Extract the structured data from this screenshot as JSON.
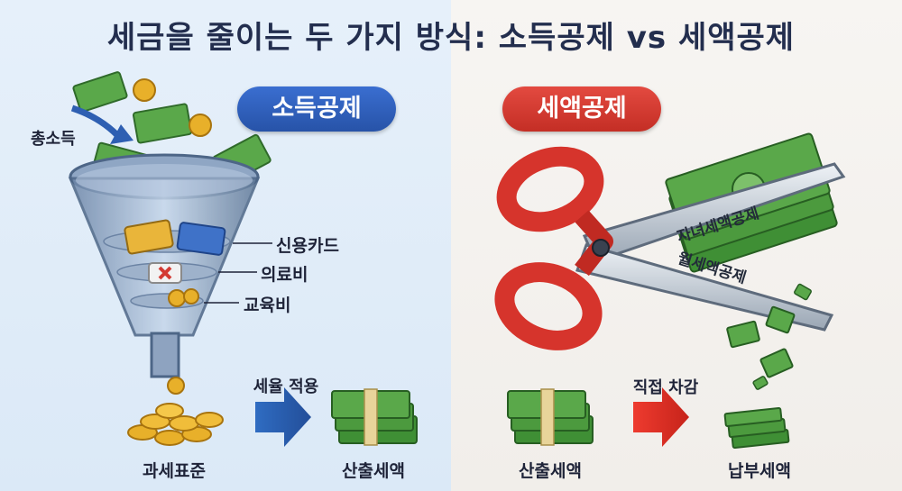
{
  "title": "세금을 줄이는 두 가지 방식: 소득공제 vs 세액공제",
  "left": {
    "heading": "소득공제",
    "total_income": "총소득",
    "items": [
      "신용카드",
      "의료비",
      "교육비"
    ],
    "tax_base": "과세표준",
    "arrow_label": "세율 적용",
    "computed_tax": "산출세액"
  },
  "right": {
    "heading": "세액공제",
    "blade_top": "자녀세액공제",
    "blade_bottom": "월세액공제",
    "computed_tax": "산출세액",
    "arrow_label": "직접 차감",
    "tax_paid": "납부세액"
  },
  "colors": {
    "income_deduction": "#2f5fbf",
    "tax_credit": "#d63a31",
    "arrow_left": "#2c63b6",
    "arrow_right": "#e0322b",
    "money_green": "#4c9a3e",
    "coin_gold": "#e3a521"
  }
}
